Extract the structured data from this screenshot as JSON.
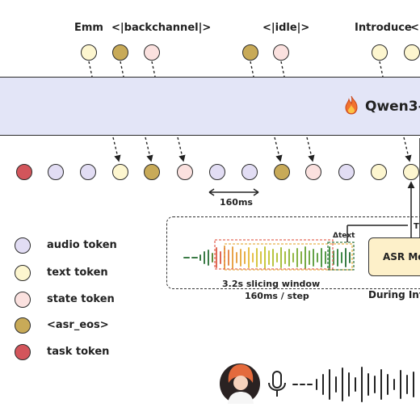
{
  "top_labels": {
    "emm": "Emm",
    "backchannel": "<|backchannel|>",
    "idle": "<|idle|>",
    "introduce": "Introduce",
    "partial": "<|"
  },
  "model_name": "Qwen3-",
  "model_icon": "fire-icon",
  "interval_label": "160ms",
  "window_label": "3.2s slicing window",
  "step_label": "160ms / step",
  "delta_label": "Δtext",
  "asr_label": "ASR Mo",
  "inference_label": "During Inf",
  "t_label": "T",
  "legend": [
    {
      "label": "audio token",
      "color": "#e2ddf4"
    },
    {
      "label": "text token",
      "color": "#fdf6cf"
    },
    {
      "label": "state token",
      "color": "#fbe1df"
    },
    {
      "label": "<asr_eos>",
      "color": "#c8aa58"
    },
    {
      "label": "task token",
      "color": "#d3555b"
    }
  ],
  "colors": {
    "audio": "#e2ddf4",
    "text": "#fdf6cf",
    "state": "#fbe1df",
    "eos": "#c8aa58",
    "task": "#d3555b",
    "band": "#e3e5f7"
  },
  "top_token_sequence": [
    "text",
    "eos",
    "state",
    "eos",
    "state",
    "text",
    "text"
  ],
  "bottom_token_sequence": [
    "task",
    "audio",
    "audio",
    "text",
    "eos",
    "state",
    "audio",
    "audio",
    "eos",
    "state",
    "audio",
    "text",
    "text"
  ]
}
